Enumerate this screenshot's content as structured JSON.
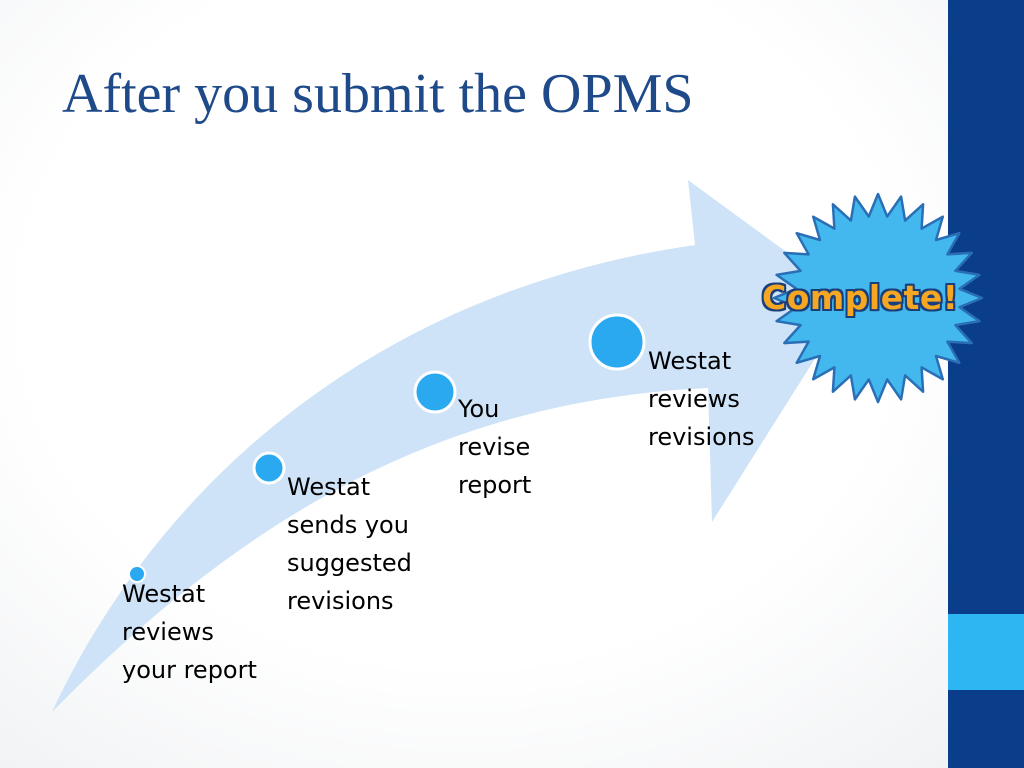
{
  "slide": {
    "title": "After you submit the OPMS",
    "colors": {
      "sidebar": "#0a3d8a",
      "sidebar_accent": "#2eb6f3",
      "arrow_fill": "#cfe3f8",
      "step_dot": "#2aa8f0",
      "burst_fill": "#43b8ef",
      "burst_stroke": "#2a6fb5",
      "complete_text": "#f5a623"
    }
  },
  "steps": [
    {
      "label": "Westat\nreviews\nyour report"
    },
    {
      "label": "Westat\nsends you\nsuggested\nrevisions"
    },
    {
      "label": "You\nrevise\nreport"
    },
    {
      "label": "Westat\nreviews\nrevisions"
    }
  ],
  "complete": {
    "label": "Complete!",
    "icon": "starburst-icon"
  }
}
